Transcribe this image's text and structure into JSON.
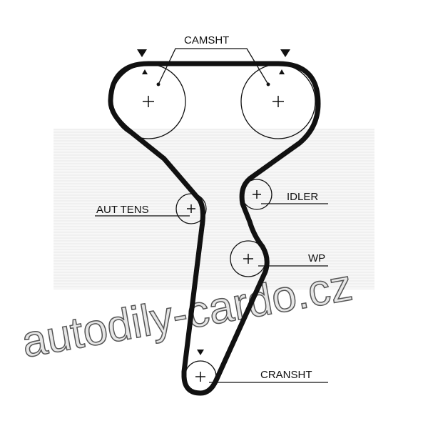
{
  "labels": {
    "camshaft": "CAMSHT",
    "tensioner": "AUT TENS",
    "idler": "IDLER",
    "water_pump": "WP",
    "crankshaft": "CRANSHT"
  },
  "watermark": "autodily-cardo.cz",
  "colors": {
    "belt": "#111111",
    "watermark_fill": "#e6e6e6",
    "background_pattern": "#f1f1f1"
  }
}
